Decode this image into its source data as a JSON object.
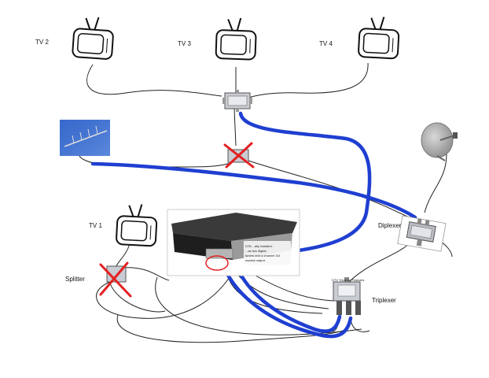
{
  "labels": {
    "tv2": "TV 2",
    "tv3": "TV 3",
    "tv4": "TV 4",
    "tv1": "TV 1",
    "diplexer": "Diplexer",
    "splitter": "Splitter",
    "triplexer": "Triplexer",
    "triplexer_top": "DTV Triplexer Features",
    "box_note": [
      "DTA ...ally installed.",
      "...as two digital",
      "tuners and a channel 3/4",
      "coaxial output."
    ]
  },
  "colors": {
    "coax_line": "#1f3fd1",
    "removed_cross": "#e32020",
    "thin_cable": "#222222"
  },
  "icons": [
    "tv-icon",
    "antenna-icon",
    "satellite-dish-icon",
    "splitter-icon",
    "diplexer-icon",
    "triplexer-icon",
    "receiver-box-icon",
    "cross-out-icon"
  ]
}
